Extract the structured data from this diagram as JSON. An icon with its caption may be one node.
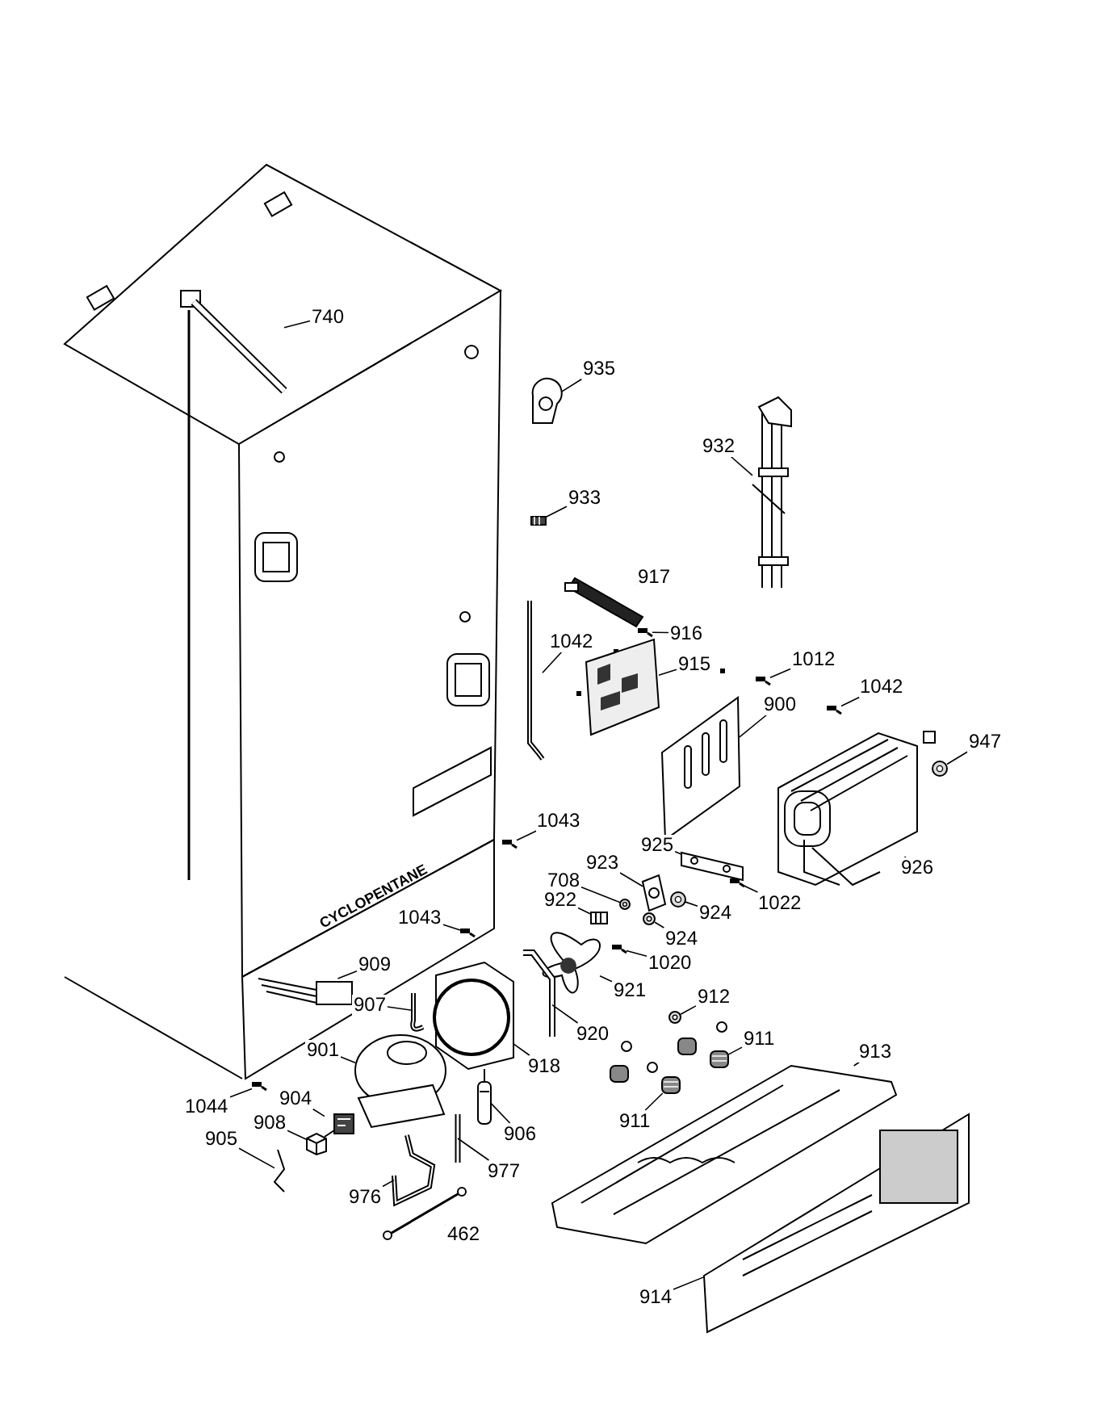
{
  "diagram": {
    "nodes": [
      {
        "text": [
          "740"
        ]
      },
      {
        "text": [
          "935"
        ]
      },
      {
        "text": [
          "932"
        ]
      },
      {
        "text": [
          "933"
        ]
      },
      {
        "text": [
          "917"
        ]
      },
      {
        "text": [
          "916"
        ]
      },
      {
        "text": [
          "1042"
        ]
      },
      {
        "text": [
          "1012"
        ]
      },
      {
        "text": [
          "915"
        ]
      },
      {
        "text": [
          "1042"
        ]
      },
      {
        "text": [
          "900"
        ]
      },
      {
        "text": [
          "947"
        ]
      },
      {
        "text": [
          "1043"
        ]
      },
      {
        "text": [
          "925"
        ]
      },
      {
        "text": [
          "923"
        ]
      },
      {
        "text": [
          "926"
        ]
      },
      {
        "text": [
          "708"
        ]
      },
      {
        "text": [
          "922"
        ]
      },
      {
        "text": [
          "1022"
        ]
      },
      {
        "text": [
          "924"
        ]
      },
      {
        "text": [
          "1043"
        ]
      },
      {
        "text": [
          "924"
        ]
      },
      {
        "text": [
          "1020"
        ]
      },
      {
        "text": [
          "909"
        ]
      },
      {
        "text": [
          "921"
        ]
      },
      {
        "text": [
          "912"
        ]
      },
      {
        "text": [
          "907"
        ]
      },
      {
        "text": [
          "920"
        ]
      },
      {
        "text": [
          "911"
        ]
      },
      {
        "text": [
          "901"
        ]
      },
      {
        "text": [
          "913"
        ]
      },
      {
        "text": [
          "918"
        ]
      },
      {
        "text": [
          "904"
        ]
      },
      {
        "text": [
          "1044"
        ]
      },
      {
        "text": [
          "911"
        ]
      },
      {
        "text": [
          "908"
        ]
      },
      {
        "text": [
          "906"
        ]
      },
      {
        "text": [
          "905"
        ]
      },
      {
        "text": [
          "977"
        ]
      },
      {
        "text": [
          "976"
        ]
      },
      {
        "text": [
          "462"
        ]
      },
      {
        "text": [
          "914"
        ]
      },
      {
        "text": [],
        "shape": "picture"
      },
      {
        "text": [],
        "shape": "picture"
      },
      {
        "text": [],
        "shape": "picture"
      },
      {
        "text": [],
        "shape": "picture"
      },
      {
        "text": [],
        "shape": "picture"
      },
      {
        "text": [],
        "shape": "picture"
      },
      {
        "text": [],
        "shape": "picture"
      },
      {
        "text": [],
        "shape": "picture"
      },
      {
        "text": [],
        "shape": "picture"
      },
      {
        "text": [],
        "shape": "picture"
      },
      {
        "text": [],
        "shape": "picture"
      },
      {
        "text": [],
        "shape": "picture"
      },
      {
        "text": [],
        "shape": "picture"
      },
      {
        "text": [],
        "shape": "picture"
      },
      {
        "text": [],
        "shape": "picture"
      },
      {
        "text": [],
        "shape": "picture"
      },
      {
        "text": [],
        "shape": "picture"
      },
      {
        "text": [],
        "shape": "picture"
      },
      {
        "text": [],
        "shape": "picture"
      },
      {
        "text": [],
        "shape": "picture"
      },
      {
        "text": [],
        "shape": "picture"
      },
      {
        "text": [],
        "shape": "picture"
      },
      {
        "text": [],
        "shape": "picture"
      },
      {
        "text": [],
        "shape": "picture"
      },
      {
        "text": [],
        "shape": "picture"
      },
      {
        "text": [],
        "shape": "picture"
      },
      {
        "text": [],
        "shape": "picture"
      },
      {
        "text": [],
        "shape": "picture"
      },
      {
        "text": [],
        "shape": "picture"
      },
      {
        "text": [],
        "shape": "picture"
      },
      {
        "text": [],
        "shape": "picture"
      },
      {
        "text": [],
        "shape": "picture"
      },
      {
        "text": [],
        "shape": "picture"
      },
      {
        "text": [],
        "shape": "picture"
      },
      {
        "text": [],
        "shape": "picture"
      },
      {
        "text": [],
        "shape": "picture"
      },
      {
        "text": [],
        "shape": "picture"
      },
      {
        "text": [],
        "shape": "picture"
      },
      {
        "text": [],
        "shape": "picture"
      },
      {
        "text": [],
        "shape": "picture"
      },
      {
        "text": [],
        "shape": "picture"
      },
      {
        "text": [],
        "shape": "picture"
      }
    ],
    "edges": [
      {
        "from": 0,
        "to": 42,
        "arrow": "none"
      },
      {
        "from": 1,
        "to": 43,
        "arrow": "none"
      },
      {
        "from": 2,
        "to": 44,
        "arrow": "none"
      },
      {
        "from": 3,
        "to": 45,
        "arrow": "none"
      },
      {
        "from": 4,
        "to": 46,
        "arrow": "none"
      },
      {
        "from": 5,
        "to": 47,
        "arrow": "none"
      },
      {
        "from": 6,
        "to": 48,
        "arrow": "none"
      },
      {
        "from": 7,
        "to": 49,
        "arrow": "none"
      },
      {
        "from": 8,
        "to": 50,
        "arrow": "none"
      },
      {
        "from": 9,
        "to": 51,
        "arrow": "none"
      },
      {
        "from": 10,
        "to": 52,
        "arrow": "none"
      },
      {
        "from": 11,
        "to": 53,
        "arrow": "none"
      },
      {
        "from": 12,
        "to": 54,
        "arrow": "none"
      },
      {
        "from": 13,
        "to": 55,
        "arrow": "none"
      },
      {
        "from": 14,
        "to": 56,
        "arrow": "none"
      },
      {
        "from": 15,
        "to": 57,
        "arrow": "none"
      },
      {
        "from": 16,
        "to": 58,
        "arrow": "none"
      },
      {
        "from": 17,
        "to": 59,
        "arrow": "none"
      },
      {
        "from": 18,
        "to": 60,
        "arrow": "none"
      },
      {
        "from": 19,
        "to": 61,
        "arrow": "none"
      },
      {
        "from": 20,
        "to": 62,
        "arrow": "none"
      },
      {
        "from": 21,
        "to": 63,
        "arrow": "none"
      },
      {
        "from": 22,
        "to": 64,
        "arrow": "none"
      },
      {
        "from": 23,
        "to": 65,
        "arrow": "none"
      },
      {
        "from": 24,
        "to": 66,
        "arrow": "none"
      },
      {
        "from": 25,
        "to": 67,
        "arrow": "none"
      },
      {
        "from": 26,
        "to": 68,
        "arrow": "none"
      },
      {
        "from": 27,
        "to": 69,
        "arrow": "none"
      },
      {
        "from": 28,
        "to": 70,
        "arrow": "none"
      },
      {
        "from": 29,
        "to": 71,
        "arrow": "none"
      },
      {
        "from": 30,
        "to": 72,
        "arrow": "none"
      },
      {
        "from": 31,
        "to": 73,
        "arrow": "none"
      },
      {
        "from": 32,
        "to": 74,
        "arrow": "none"
      },
      {
        "from": 33,
        "to": 75,
        "arrow": "none"
      },
      {
        "from": 34,
        "to": 76,
        "arrow": "none"
      },
      {
        "from": 35,
        "to": 77,
        "arrow": "none"
      },
      {
        "from": 36,
        "to": 78,
        "arrow": "none"
      },
      {
        "from": 37,
        "to": 79,
        "arrow": "none"
      },
      {
        "from": 38,
        "to": 80,
        "arrow": "none"
      },
      {
        "from": 39,
        "to": 81,
        "arrow": "none"
      },
      {
        "from": 40,
        "to": 82,
        "arrow": "none"
      },
      {
        "from": 41,
        "to": 83,
        "arrow": "none"
      }
    ],
    "labels": [
      "CYCLOPENTANE"
    ]
  }
}
